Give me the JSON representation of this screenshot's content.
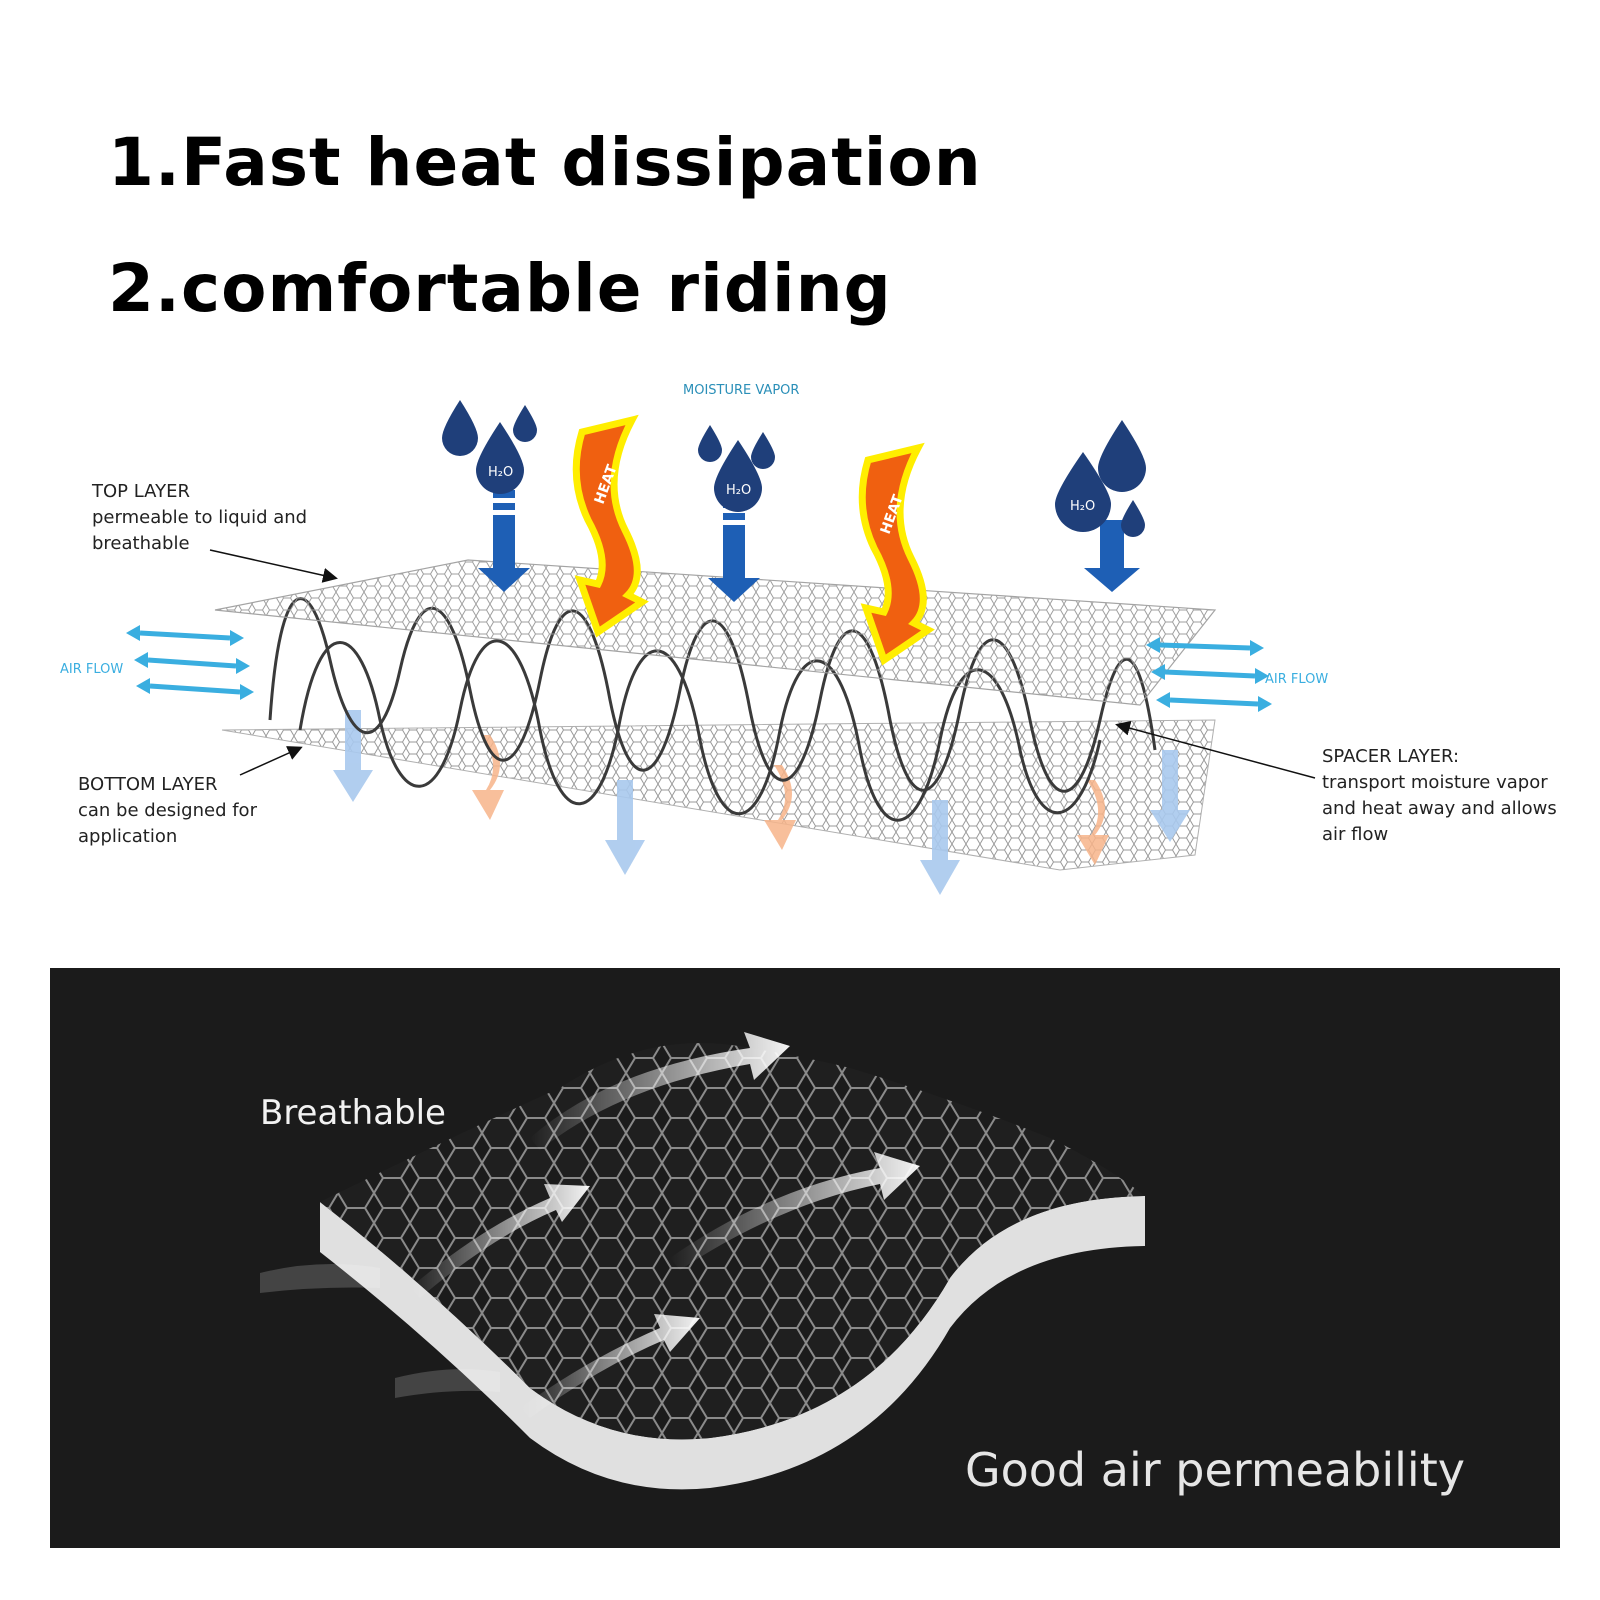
{
  "headlines": [
    "1.Fast heat dissipation",
    "2.comfortable riding"
  ],
  "diagram": {
    "moisture_vapor": "MOISTURE VAPOR",
    "air_flow_left": "AIR FLOW",
    "air_flow_right": "AIR FLOW",
    "h2o_label": "H₂O",
    "heat_label": "HEAT",
    "top_layer": [
      "TOP LAYER",
      "permeable to liquid and",
      "breathable"
    ],
    "bottom_layer": [
      "BOTTOM LAYER",
      "can be designed for",
      "application"
    ],
    "spacer_layer": [
      "SPACER LAYER:",
      "transport moisture vapor",
      "and heat away and allows",
      "air flow"
    ],
    "colors": {
      "water_blue": "#1e5fb5",
      "air_cyan": "#3aaee0",
      "heat_orange": "#f06010",
      "heat_glow": "#ffee00",
      "label_teal": "#2a8fb8"
    }
  },
  "panel": {
    "label_top": "Breathable",
    "label_bottom": "Good air permeability",
    "colors": {
      "background": "#1b1b1b",
      "edge": "#e0e0e0"
    }
  }
}
